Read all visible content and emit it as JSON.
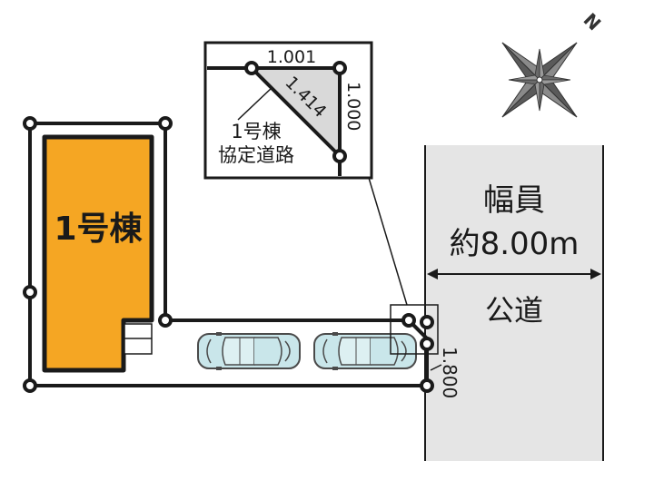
{
  "building": {
    "label": "1号棟",
    "color": "#F5A623"
  },
  "road": {
    "width_label": "幅員",
    "width_value": "約8.00m",
    "type_label": "公道",
    "color": "#E5E5E5"
  },
  "inset": {
    "top_dimension": "1.001",
    "side_dimension": "1.000",
    "diagonal_dimension": "1.414",
    "note_line1": "1号棟",
    "note_line2": "協定道路"
  },
  "corner_dimension": "1.800",
  "compass": {
    "north_label": "N"
  },
  "cars": [
    {
      "name": "car-1",
      "color": "#C9E6EA"
    },
    {
      "name": "car-2",
      "color": "#C9E6EA"
    }
  ]
}
